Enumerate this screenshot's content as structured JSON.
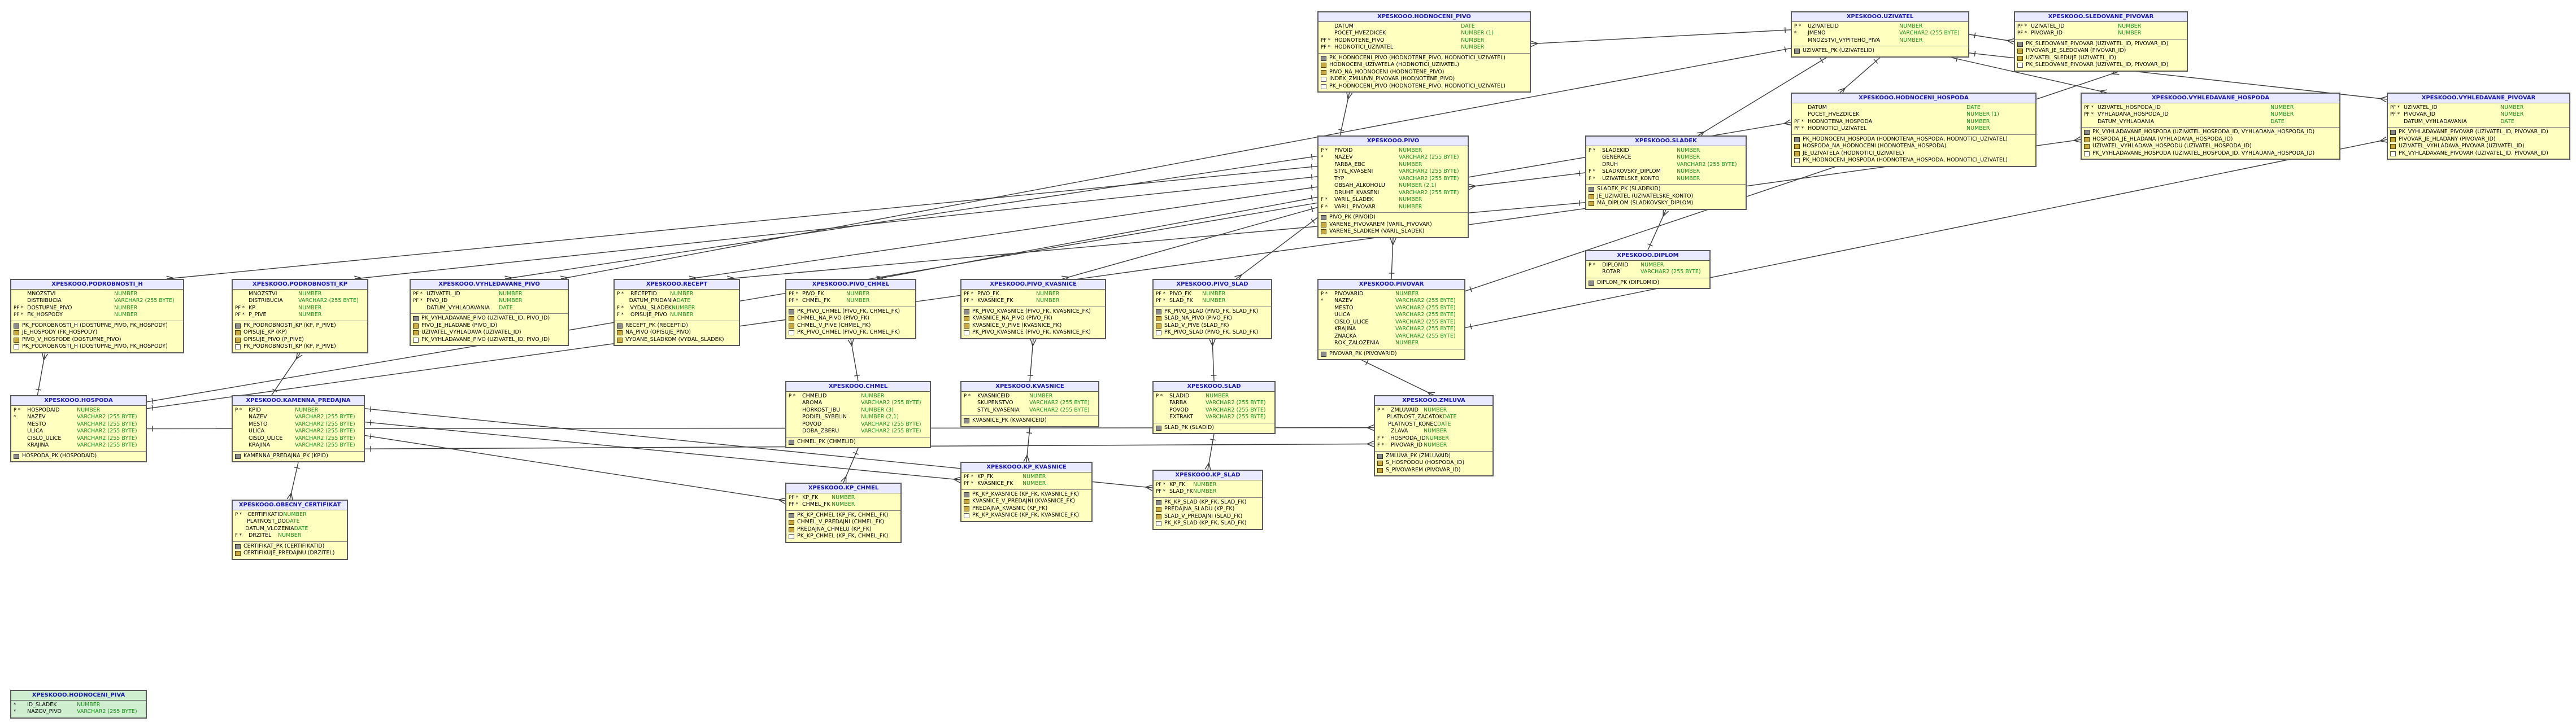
{
  "entities": [
    {
      "id": "hodnoceni_pivo",
      "title": "XPESKOOO.HODNOCENI_PIVO",
      "green": false,
      "columns": [
        [
          "",
          "DATUM",
          "DATE"
        ],
        [
          "",
          "POCET_HVEZDICEK",
          "NUMBER (1)"
        ],
        [
          "PF *",
          "HODNOTENE_PIVO",
          "NUMBER"
        ],
        [
          "PF *",
          "HODNOTICI_UZIVATEL",
          "NUMBER"
        ]
      ],
      "keys": [
        [
          "pk",
          "PK_HODNOCENI_PIVO (HODNOTENE_PIVO, HODNOTICI_UZIVATEL)"
        ],
        [
          "fk",
          "HODNOCENI_UZIVATELA (HODNOTICI_UZIVATEL)"
        ],
        [
          "fk",
          "PIVO_NA_HODNOCENI (HODNOTENE_PIVO)"
        ],
        [
          "ix",
          "INDEX_ZMILUVN_PIVOVAR (HODNOTENE_PIVO)"
        ],
        [
          "ix",
          "PK_HODNOCENI_PIVO (HODNOTENE_PIVO, HODNOTICI_UZIVATEL)"
        ]
      ]
    },
    {
      "id": "uzivatel",
      "title": "XPESKOOO.UZIVATEL",
      "green": false,
      "columns": [
        [
          "P *",
          "UZIVATELID",
          "NUMBER"
        ],
        [
          "*",
          "JMENO",
          "VARCHAR2 (255 BYTE)"
        ],
        [
          "",
          "MNOZSTVI_VYPITEHO_PIVA",
          "NUMBER"
        ]
      ],
      "keys": [
        [
          "pk",
          "UZIVATEL_PK (UZIVATELID)"
        ]
      ]
    },
    {
      "id": "sledovane_pivovar",
      "title": "XPESKOOO.SLEDOVANE_PIVOVAR",
      "green": false,
      "columns": [
        [
          "PF *",
          "UZIVATEL_ID",
          "NUMBER"
        ],
        [
          "PF *",
          "PIVOVAR_ID",
          "NUMBER"
        ]
      ],
      "keys": [
        [
          "pk",
          "PK_SLEDOVANE_PIVOVAR (UZIVATEL_ID, PIVOVAR_ID)"
        ],
        [
          "fk",
          "PIVOVAR_JE_SLEDOVAN (PIVOVAR_ID)"
        ],
        [
          "fk",
          "UZIVATEL_SLEDUJE (UZIVATEL_ID)"
        ],
        [
          "ix",
          "PK_SLEDOVANE_PIVOVAR (UZIVATEL_ID, PIVOVAR_ID)"
        ]
      ]
    },
    {
      "id": "pivo",
      "title": "XPESKOOO.PIVO",
      "green": false,
      "columns": [
        [
          "P *",
          "PIVOID",
          "NUMBER"
        ],
        [
          "*",
          "NAZEV",
          "VARCHAR2 (255 BYTE)"
        ],
        [
          "",
          "FARBA_EBC",
          "NUMBER"
        ],
        [
          "",
          "STYL_KVASENI",
          "VARCHAR2 (255 BYTE)"
        ],
        [
          "",
          "TYP",
          "VARCHAR2 (255 BYTE)"
        ],
        [
          "",
          "OBSAH_ALKOHOLU",
          "NUMBER (2,1)"
        ],
        [
          "",
          "DRUHE_KVASENI",
          "VARCHAR2 (255 BYTE)"
        ],
        [
          "F *",
          "VARIL_SLADEK",
          "NUMBER"
        ],
        [
          "F *",
          "VARIL_PIVOVAR",
          "NUMBER"
        ]
      ],
      "keys": [
        [
          "pk",
          "PIVO_PK (PIVOID)"
        ],
        [
          "fk",
          "VARENE_PIVOVAREM (VARIL_PIVOVAR)"
        ],
        [
          "fk",
          "VARENE_SLADKEM (VARIL_SLADEK)"
        ]
      ]
    },
    {
      "id": "sladek",
      "title": "XPESKOOO.SLADEK",
      "green": false,
      "columns": [
        [
          "P *",
          "SLADEKID",
          "NUMBER"
        ],
        [
          "",
          "GENERACE",
          "NUMBER"
        ],
        [
          "",
          "DRUH",
          "VARCHAR2 (255 BYTE)"
        ],
        [
          "F *",
          "SLADKOVSKY_DIPLOM",
          "NUMBER"
        ],
        [
          "F *",
          "UZIVATELSKE_KONTO",
          "NUMBER"
        ]
      ],
      "keys": [
        [
          "pk",
          "SLADEK_PK (SLADEKID)"
        ],
        [
          "fk",
          "JE_UZIVATEL (UZIVATELSKE_KONTO)"
        ],
        [
          "fk",
          "MA_DIPLOM (SLADKOVSKY_DIPLOM)"
        ]
      ]
    },
    {
      "id": "hodnoceni_hospoda",
      "title": "XPESKOOO.HODNOCENI_HOSPODA",
      "green": false,
      "columns": [
        [
          "",
          "DATUM",
          "DATE"
        ],
        [
          "",
          "POCET_HVEZDICEK",
          "NUMBER (1)"
        ],
        [
          "PF *",
          "HODNOTENA_HOSPODA",
          "NUMBER"
        ],
        [
          "PF *",
          "HODNOTICI_UZIVATEL",
          "NUMBER"
        ]
      ],
      "keys": [
        [
          "pk",
          "PK_HODNOCENI_HOSPODA (HODNOTENA_HOSPODA, HODNOTICI_UZIVATEL)"
        ],
        [
          "fk",
          "HOSPODA_NA_HODNOCENI (HODNOTENA_HOSPODA)"
        ],
        [
          "fk",
          "JE_UZIVATELA (HODNOTICI_UZIVATEL)"
        ],
        [
          "ix",
          "PK_HODNOCENI_HOSPODA (HODNOTENA_HOSPODA, HODNOTICI_UZIVATEL)"
        ]
      ]
    },
    {
      "id": "vyhledavane_hospoda",
      "title": "XPESKOOO.VYHLEDAVANE_HOSPODA",
      "green": false,
      "columns": [
        [
          "PF *",
          "UZIVATEL_HOSPODA_ID",
          "NUMBER"
        ],
        [
          "PF *",
          "VYHLADANA_HOSPODA_ID",
          "NUMBER"
        ],
        [
          "",
          "DATUM_VYHLADANIA",
          "DATE"
        ]
      ],
      "keys": [
        [
          "pk",
          "PK_VYHLADAVANE_HOSPODA (UZIVATEL_HOSPODA_ID, VYHLADANA_HOSPODA_ID)"
        ],
        [
          "fk",
          "HOSPODA_JE_HLADANA (VYHLADANA_HOSPODA_ID)"
        ],
        [
          "fk",
          "UZIVATEL_VYHLADAVA_HOSPODU (UZIVATEL_HOSPODA_ID)"
        ],
        [
          "ix",
          "PK_VYHLADAVANE_HOSPODA (UZIVATEL_HOSPODA_ID, VYHLADANA_HOSPODA_ID)"
        ]
      ]
    },
    {
      "id": "vyhledavane_pivovar",
      "title": "XPESKOOO.VYHLEDAVANE_PIVOVAR",
      "green": false,
      "columns": [
        [
          "PF *",
          "UZIVATEL_ID",
          "NUMBER"
        ],
        [
          "PF *",
          "PIVOVAR_ID",
          "NUMBER"
        ],
        [
          "",
          "DATUM_VYHLADAVANIA",
          "DATE"
        ]
      ],
      "keys": [
        [
          "pk",
          "PK_VYHLADAVANE_PIVOVAR (UZIVATEL_ID, PIVOVAR_ID)"
        ],
        [
          "fk",
          "PIVOVAR_JE_HLADANY (PIVOVAR_ID)"
        ],
        [
          "fk",
          "UZIVATEL_VYHLADAVA_PIVOVAR (UZIVATEL_ID)"
        ],
        [
          "ix",
          "PK_VYHLADAVANE_PIVOVAR (UZIVATEL_ID, PIVOVAR_ID)"
        ]
      ]
    },
    {
      "id": "diplom",
      "title": "XPESKOOO.DIPLOM",
      "green": false,
      "columns": [
        [
          "P *",
          "DIPLOMID",
          "NUMBER"
        ],
        [
          "",
          "ROTAR",
          "VARCHAR2 (255 BYTE)"
        ]
      ],
      "keys": [
        [
          "pk",
          "DIPLOM_PK (DIPLOMID)"
        ]
      ]
    },
    {
      "id": "pivovar",
      "title": "XPESKOOO.PIVOVAR",
      "green": false,
      "columns": [
        [
          "P *",
          "PIVOVARID",
          "NUMBER"
        ],
        [
          "*",
          "NAZEV",
          "VARCHAR2 (255 BYTE)"
        ],
        [
          "",
          "MESTO",
          "VARCHAR2 (255 BYTE)"
        ],
        [
          "",
          "ULICA",
          "VARCHAR2 (255 BYTE)"
        ],
        [
          "",
          "CISLO_ULICE",
          "VARCHAR2 (255 BYTE)"
        ],
        [
          "",
          "KRAJINA",
          "VARCHAR2 (255 BYTE)"
        ],
        [
          "",
          "ZNACKA",
          "VARCHAR2 (255 BYTE)"
        ],
        [
          "",
          "ROK_ZALOZENIA",
          "NUMBER"
        ]
      ],
      "keys": [
        [
          "pk",
          "PIVOVAR_PK (PIVOVARID)"
        ]
      ]
    },
    {
      "id": "podrobnosti_h",
      "title": "XPESKOOO.PODROBNOSTI_H",
      "green": false,
      "columns": [
        [
          "",
          "MNOZSTVI",
          "NUMBER"
        ],
        [
          "",
          "DISTRIBUCIA",
          "VARCHAR2 (255 BYTE)"
        ],
        [
          "PF *",
          "DOSTUPNE_PIVO",
          "NUMBER"
        ],
        [
          "PF *",
          "FK_HOSPODY",
          "NUMBER"
        ]
      ],
      "keys": [
        [
          "pk",
          "PK_PODROBNOSTI_H (DOSTUPNE_PIVO, FK_HOSPODY)"
        ],
        [
          "fk",
          "JE_HOSPODY (FK_HOSPODY)"
        ],
        [
          "fk",
          "PIVO_V_HOSPODE (DOSTUPNE_PIVO)"
        ],
        [
          "ix",
          "PK_PODROBNOSTI_H (DOSTUPNE_PIVO, FK_HOSPODY)"
        ]
      ]
    },
    {
      "id": "podrobnosti_kp",
      "title": "XPESKOOO.PODROBNOSTI_KP",
      "green": false,
      "columns": [
        [
          "",
          "MNOZSTVI",
          "NUMBER"
        ],
        [
          "",
          "DISTRIBUCIA",
          "VARCHAR2 (255 BYTE)"
        ],
        [
          "PF *",
          "KP",
          "NUMBER"
        ],
        [
          "PF *",
          "P_PIVE",
          "NUMBER"
        ]
      ],
      "keys": [
        [
          "pk",
          "PK_PODROBNOSTI_KP (KP, P_PIVE)"
        ],
        [
          "fk",
          "OPISUJE_KP (KP)"
        ],
        [
          "fk",
          "OPISUJE_PIVO (P_PIVE)"
        ],
        [
          "ix",
          "PK_PODROBNOSTI_KP (KP, P_PIVE)"
        ]
      ]
    },
    {
      "id": "vyhledavane_pivo",
      "title": "XPESKOOO.VYHLEDAVANE_PIVO",
      "green": false,
      "columns": [
        [
          "PF *",
          "UZIVATEL_ID",
          "NUMBER"
        ],
        [
          "PF *",
          "PIVO_ID",
          "NUMBER"
        ],
        [
          "",
          "DATUM_VYHLADAVANIA",
          "DATE"
        ]
      ],
      "keys": [
        [
          "pk",
          "PK_VYHLADAVANE_PIVO (UZIVATEL_ID, PIVO_ID)"
        ],
        [
          "fk",
          "PIVO_JE_HLADANE (PIVO_ID)"
        ],
        [
          "fk",
          "UZIVATEL_VYHLADAVA (UZIVATEL_ID)"
        ],
        [
          "ix",
          "PK_VYHLADAVANE_PIVO (UZIVATEL_ID, PIVO_ID)"
        ]
      ]
    },
    {
      "id": "recept",
      "title": "XPESKOOO.RECEPT",
      "green": false,
      "columns": [
        [
          "P *",
          "RECEPTID",
          "NUMBER"
        ],
        [
          "",
          "DATUM_PRIDANIA",
          "DATE"
        ],
        [
          "F *",
          "VYDAL_SLADEK",
          "NUMBER"
        ],
        [
          "F *",
          "OPISUJE_PIVO",
          "NUMBER"
        ]
      ],
      "keys": [
        [
          "pk",
          "RECEPT_PK (RECEPTID)"
        ],
        [
          "fk",
          "NA_PIVO (OPISUJE_PIVO)"
        ],
        [
          "fk",
          "VYDANE_SLADKOM (VYDAL_SLADEK)"
        ]
      ]
    },
    {
      "id": "pivo_chmel",
      "title": "XPESKOOO.PIVO_CHMEL",
      "green": false,
      "columns": [
        [
          "PF *",
          "PIVO_FK",
          "NUMBER"
        ],
        [
          "PF *",
          "CHMEL_FK",
          "NUMBER"
        ]
      ],
      "keys": [
        [
          "pk",
          "PK_PIVO_CHMEL (PIVO_FK, CHMEL_FK)"
        ],
        [
          "fk",
          "CHMEL_NA_PIVO (PIVO_FK)"
        ],
        [
          "fk",
          "CHMEL_V_PIVE (CHMEL_FK)"
        ],
        [
          "ix",
          "PK_PIVO_CHMEL (PIVO_FK, CHMEL_FK)"
        ]
      ]
    },
    {
      "id": "pivo_kvasnice",
      "title": "XPESKOOO.PIVO_KVASNICE",
      "green": false,
      "columns": [
        [
          "PF *",
          "PIVO_FK",
          "NUMBER"
        ],
        [
          "PF *",
          "KVASNICE_FK",
          "NUMBER"
        ]
      ],
      "keys": [
        [
          "pk",
          "PK_PIVO_KVASNICE (PIVO_FK, KVASNICE_FK)"
        ],
        [
          "fk",
          "KVASNICE_NA_PIVO (PIVO_FK)"
        ],
        [
          "fk",
          "KVASNICE_V_PIVE (KVASNICE_FK)"
        ],
        [
          "ix",
          "PK_PIVO_KVASNICE (PIVO_FK, KVASNICE_FK)"
        ]
      ]
    },
    {
      "id": "pivo_slad",
      "title": "XPESKOOO.PIVO_SLAD",
      "green": false,
      "columns": [
        [
          "PF *",
          "PIVO_FK",
          "NUMBER"
        ],
        [
          "PF *",
          "SLAD_FK",
          "NUMBER"
        ]
      ],
      "keys": [
        [
          "pk",
          "PK_PIVO_SLAD (PIVO_FK, SLAD_FK)"
        ],
        [
          "fk",
          "SLAD_NA_PIVO (PIVO_FK)"
        ],
        [
          "fk",
          "SLAD_V_PIVE (SLAD_FK)"
        ],
        [
          "ix",
          "PK_PIVO_SLAD (PIVO_FK, SLAD_FK)"
        ]
      ]
    },
    {
      "id": "hospoda",
      "title": "XPESKOOO.HOSPODA",
      "green": false,
      "columns": [
        [
          "P *",
          "HOSPODAID",
          "NUMBER"
        ],
        [
          "*",
          "NAZEV",
          "VARCHAR2 (255 BYTE)"
        ],
        [
          "",
          "MESTO",
          "VARCHAR2 (255 BYTE)"
        ],
        [
          "",
          "ULICA",
          "VARCHAR2 (255 BYTE)"
        ],
        [
          "",
          "CISLO_ULICE",
          "VARCHAR2 (255 BYTE)"
        ],
        [
          "",
          "KRAJINA",
          "VARCHAR2 (255 BYTE)"
        ]
      ],
      "keys": [
        [
          "pk",
          "HOSPODA_PK (HOSPODAID)"
        ]
      ]
    },
    {
      "id": "kamenna_predajna",
      "title": "XPESKOOO.KAMENNA_PREDAJNA",
      "green": false,
      "columns": [
        [
          "P *",
          "KPID",
          "NUMBER"
        ],
        [
          "",
          "NAZEV",
          "VARCHAR2 (255 BYTE)"
        ],
        [
          "",
          "MESTO",
          "VARCHAR2 (255 BYTE)"
        ],
        [
          "",
          "ULICA",
          "VARCHAR2 (255 BYTE)"
        ],
        [
          "",
          "CISLO_ULICE",
          "VARCHAR2 (255 BYTE)"
        ],
        [
          "",
          "KRAJINA",
          "VARCHAR2 (255 BYTE)"
        ]
      ],
      "keys": [
        [
          "pk",
          "KAMENNA_PREDAJNA_PK (KPID)"
        ]
      ]
    },
    {
      "id": "chmel",
      "title": "XPESKOOO.CHMEL",
      "green": false,
      "columns": [
        [
          "P *",
          "CHMELID",
          "NUMBER"
        ],
        [
          "",
          "AROMA",
          "VARCHAR2 (255 BYTE)"
        ],
        [
          "",
          "HORKOST_IBU",
          "NUMBER (3)"
        ],
        [
          "",
          "PODIEL_SYBELIN",
          "NUMBER (2,1)"
        ],
        [
          "",
          "POVOD",
          "VARCHAR2 (255 BYTE)"
        ],
        [
          "",
          "DOBA_ZBERU",
          "VARCHAR2 (255 BYTE)"
        ]
      ],
      "keys": [
        [
          "pk",
          "CHMEL_PK (CHMELID)"
        ]
      ]
    },
    {
      "id": "kvasnice",
      "title": "XPESKOOO.KVASNICE",
      "green": false,
      "columns": [
        [
          "P *",
          "KVASNICEID",
          "NUMBER"
        ],
        [
          "",
          "SKUPENSTVO",
          "VARCHAR2 (255 BYTE)"
        ],
        [
          "",
          "STYL_KVASENIA",
          "VARCHAR2 (255 BYTE)"
        ]
      ],
      "keys": [
        [
          "pk",
          "KVASNICE_PK (KVASNICEID)"
        ]
      ]
    },
    {
      "id": "slad",
      "title": "XPESKOOO.SLAD",
      "green": false,
      "columns": [
        [
          "P *",
          "SLADID",
          "NUMBER"
        ],
        [
          "",
          "FARBA",
          "VARCHAR2 (255 BYTE)"
        ],
        [
          "",
          "POVOD",
          "VARCHAR2 (255 BYTE)"
        ],
        [
          "",
          "EXTRAKT",
          "VARCHAR2 (255 BYTE)"
        ]
      ],
      "keys": [
        [
          "pk",
          "SLAD_PK (SLADID)"
        ]
      ]
    },
    {
      "id": "zmluva",
      "title": "XPESKOOO.ZMLUVA",
      "green": false,
      "columns": [
        [
          "P *",
          "ZMLUVAID",
          "NUMBER"
        ],
        [
          "",
          "PLATNOST_ZACATOK",
          "DATE"
        ],
        [
          "",
          "PLATNOST_KONEC",
          "DATE"
        ],
        [
          "",
          "ZLAVA",
          "NUMBER"
        ],
        [
          "F *",
          "HOSPODA_ID",
          "NUMBER"
        ],
        [
          "F *",
          "PIVOVAR_ID",
          "NUMBER"
        ]
      ],
      "keys": [
        [
          "pk",
          "ZMLUVA_PK (ZMLUVAID)"
        ],
        [
          "fk",
          "S_HOSPODOU (HOSPODA_ID)"
        ],
        [
          "fk",
          "S_PIVOVAREM (PIVOVAR_ID)"
        ]
      ]
    },
    {
      "id": "kp_chmel",
      "title": "XPESKOOO.KP_CHMEL",
      "green": false,
      "columns": [
        [
          "PF *",
          "KP_FK",
          "NUMBER"
        ],
        [
          "PF *",
          "CHMEL_FK",
          "NUMBER"
        ]
      ],
      "keys": [
        [
          "pk",
          "PK_KP_CHMEL (KP_FK, CHMEL_FK)"
        ],
        [
          "fk",
          "CHMEL_V_PREDAJNI (CHMEL_FK)"
        ],
        [
          "fk",
          "PREDAJNA_CHMELU (KP_FK)"
        ],
        [
          "ix",
          "PK_KP_CHMEL (KP_FK, CHMEL_FK)"
        ]
      ]
    },
    {
      "id": "kp_kvasnice",
      "title": "XPESKOOO.KP_KVASNICE",
      "green": false,
      "columns": [
        [
          "PF *",
          "KP_FK",
          "NUMBER"
        ],
        [
          "PF *",
          "KVASNICE_FK",
          "NUMBER"
        ]
      ],
      "keys": [
        [
          "pk",
          "PK_KP_KVASNICE (KP_FK, KVASNICE_FK)"
        ],
        [
          "fk",
          "KVASNICE_V_PREDAJNI (KVASNICE_FK)"
        ],
        [
          "fk",
          "PREDAJNA_KVASNIC (KP_FK)"
        ],
        [
          "ix",
          "PK_KP_KVASNICE (KP_FK, KVASNICE_FK)"
        ]
      ]
    },
    {
      "id": "kp_slad",
      "title": "XPESKOOO.KP_SLAD",
      "green": false,
      "columns": [
        [
          "PF *",
          "KP_FK",
          "NUMBER"
        ],
        [
          "PF *",
          "SLAD_FK",
          "NUMBER"
        ]
      ],
      "keys": [
        [
          "pk",
          "PK_KP_SLAD (KP_FK, SLAD_FK)"
        ],
        [
          "fk",
          "PREDAJNA_SLADU (KP_FK)"
        ],
        [
          "fk",
          "SLAD_V_PREDAJNI (SLAD_FK)"
        ],
        [
          "ix",
          "PK_KP_SLAD (KP_FK, SLAD_FK)"
        ]
      ]
    },
    {
      "id": "obecny_certifikat",
      "title": "XPESKOOO.OBECNY_CERTIFIKAT",
      "green": false,
      "columns": [
        [
          "P *",
          "CERTIFIKATID",
          "NUMBER"
        ],
        [
          "",
          "PLATNOST_DO",
          "DATE"
        ],
        [
          "",
          "DATUM_VLOZENIA",
          "DATE"
        ],
        [
          "F *",
          "DRZITEL",
          "NUMBER"
        ]
      ],
      "keys": [
        [
          "pk",
          "CERTIFIKAT_PK (CERTIFIKATID)"
        ],
        [
          "fk",
          "CERTIFIKUJE_PREDAJNU (DRZITEL)"
        ]
      ]
    },
    {
      "id": "hodnoceni_piva",
      "title": "XPESKOOO.HODNOCENI_PIVA",
      "green": true,
      "columns": [
        [
          "*",
          "ID_SLADEK",
          "NUMBER"
        ],
        [
          "*",
          "NAZOV_PIVO",
          "VARCHAR2 (255 BYTE)"
        ]
      ],
      "keys": []
    }
  ],
  "colors": {
    "entity_fill": "#ffffc0",
    "green_fill": "#cfeed0",
    "title_text": "#1a1ab0",
    "type_text": "#1d8f1d",
    "line": "#3a3a3a"
  }
}
